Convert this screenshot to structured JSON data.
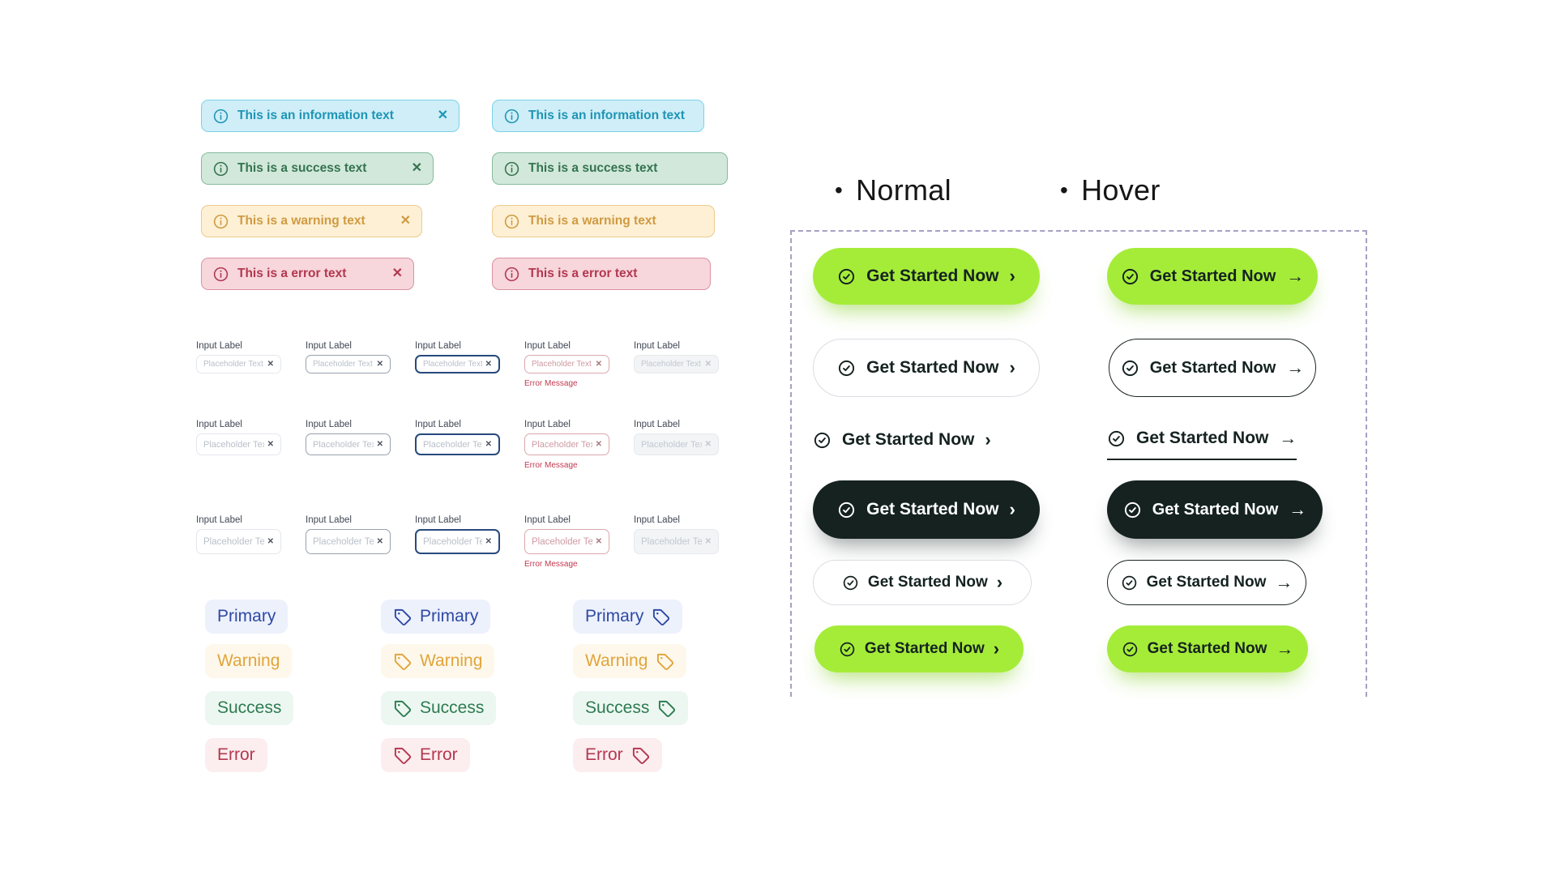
{
  "alerts": {
    "items": [
      {
        "type": "info",
        "text": "This is an information text"
      },
      {
        "type": "success",
        "text": "This is a success text"
      },
      {
        "type": "warning",
        "text": "This is a warning text"
      },
      {
        "type": "error",
        "text": "This is a error text"
      }
    ]
  },
  "inputs": {
    "label": "Input Label",
    "placeholder": "Placeholder Text",
    "error_message": "Error Message",
    "states": [
      "default",
      "hover",
      "focused",
      "error",
      "disabled"
    ],
    "sizes": [
      "small",
      "medium",
      "large"
    ]
  },
  "tags": {
    "items": [
      {
        "label": "Primary"
      },
      {
        "label": "Warning"
      },
      {
        "label": "Success"
      },
      {
        "label": "Error"
      }
    ],
    "variants": [
      "text-only",
      "icon-left",
      "icon-right"
    ]
  },
  "buttons": {
    "headings": {
      "normal": "Normal",
      "hover": "Hover"
    },
    "cta": "Get Started Now"
  },
  "icons": {
    "close": "✕",
    "clear": "✕",
    "chevron": "›",
    "arrow": "→",
    "bullet": "•"
  },
  "colors": {
    "lime": "#a5ec39",
    "dark": "#152220",
    "info": "#1e95b5",
    "success": "#35744f",
    "warning": "#d09a41",
    "error": "#b2384f",
    "primary": "#2e49a3"
  }
}
